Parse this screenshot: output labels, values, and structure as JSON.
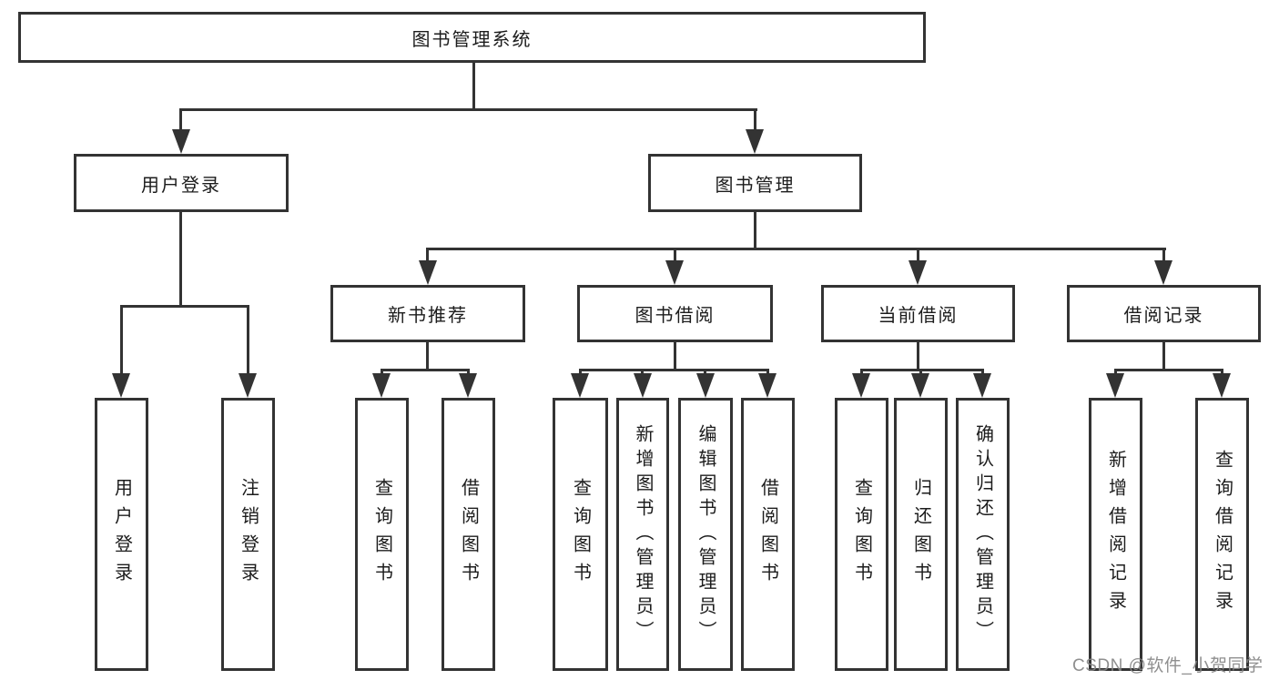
{
  "diagram": {
    "root": {
      "label": "图书管理系统"
    },
    "level2": {
      "user_login": {
        "label": "用户登录"
      },
      "book_mgmt": {
        "label": "图书管理"
      }
    },
    "level3": {
      "new_books": {
        "label": "新书推荐"
      },
      "book_borrow": {
        "label": "图书借阅"
      },
      "current_borrow": {
        "label": "当前借阅"
      },
      "borrow_records": {
        "label": "借阅记录"
      }
    },
    "leaves": {
      "user_login": [
        "用户登录",
        "注销登录"
      ],
      "new_books": [
        "查询图书",
        "借阅图书"
      ],
      "book_borrow": [
        "查询图书",
        "新增图书（管理员）",
        "编辑图书（管理员）",
        "借阅图书"
      ],
      "current_borrow": [
        "查询图书",
        "归还图书",
        "确认归还（管理员）"
      ],
      "borrow_records": [
        "新增借阅记录",
        "查询借阅记录"
      ]
    },
    "watermark": "CSDN @软件_小贺同学",
    "colors": {
      "line": "#333333",
      "text": "#1c1c1c",
      "background": "#ffffff",
      "watermark": "#868686"
    }
  }
}
